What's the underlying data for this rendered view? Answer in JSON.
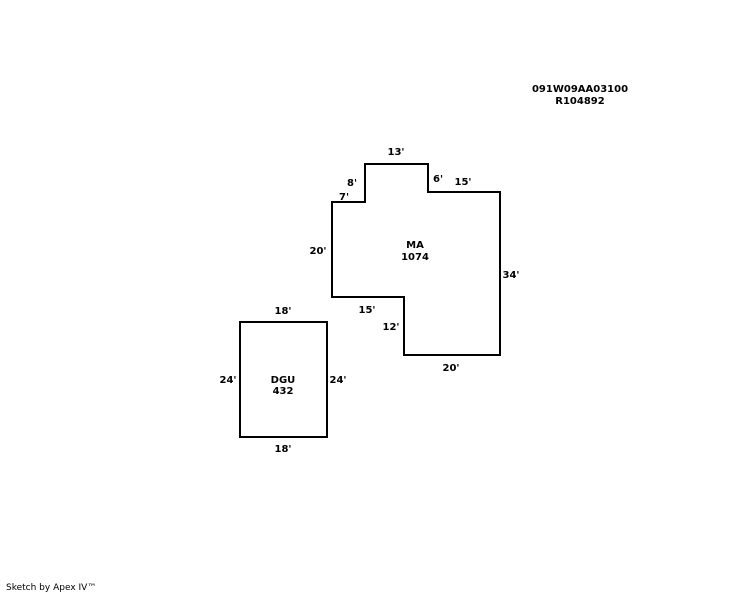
{
  "parcel": {
    "map_tax_lot": "091W09AA03100",
    "account": "R104892"
  },
  "areas": {
    "main": {
      "code": "MA",
      "sqft": "1074",
      "dims": {
        "top": "13'",
        "step_upper_vertical": "8'",
        "step_upper_horizontal": "7'",
        "left": "20'",
        "notch": "6'",
        "top_right": "15'",
        "right": "34'",
        "bottom": "20'",
        "inner_horizontal": "15'",
        "inner_vertical": "12'"
      }
    },
    "garage": {
      "code": "DGU",
      "sqft": "432",
      "dims": {
        "top": "18'",
        "bottom": "18'",
        "left": "24'",
        "right": "24'"
      }
    }
  },
  "credit": "Sketch by Apex IV™"
}
